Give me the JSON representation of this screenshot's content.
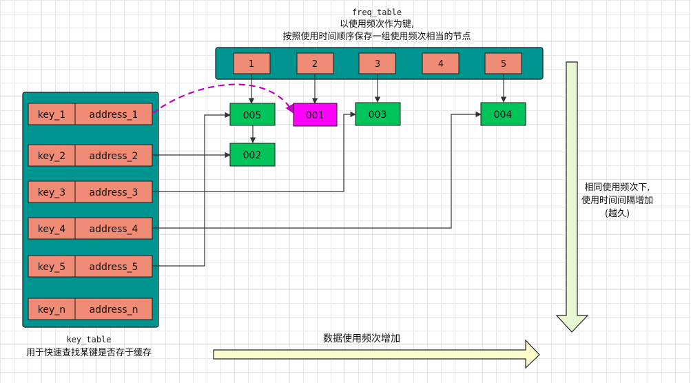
{
  "freq_table": {
    "name": "freq_table",
    "desc_line1": "以使用频次作为键,",
    "desc_line2": "按照使用时间顺序保存一组使用频次相当的节点",
    "slots": [
      "1",
      "2",
      "3",
      "4",
      "5"
    ]
  },
  "key_table": {
    "name": "key_table",
    "desc": "用于快速查找某键是否存于缓存",
    "rows": [
      {
        "key": "key_1",
        "address": "address_1"
      },
      {
        "key": "key_2",
        "address": "address_2"
      },
      {
        "key": "key_3",
        "address": "address_3"
      },
      {
        "key": "key_4",
        "address": "address_4"
      },
      {
        "key": "key_5",
        "address": "address_5"
      },
      {
        "key": "key_n",
        "address": "address_n"
      }
    ]
  },
  "nodes": [
    {
      "id": "005",
      "highlight": false
    },
    {
      "id": "002",
      "highlight": false
    },
    {
      "id": "001",
      "highlight": true
    },
    {
      "id": "003",
      "highlight": false
    },
    {
      "id": "004",
      "highlight": false
    }
  ],
  "right_arrow": {
    "line1": "相同使用频次下,",
    "line2": "使用时间间隔增加",
    "line3": "(越久)"
  },
  "bottom_arrow": {
    "label": "数据使用频次增加"
  },
  "colors": {
    "teal": "#009490",
    "salmon": "#f08c76",
    "green": "#00c45a",
    "magenta": "#ff00ff",
    "arrow_fill_green": "#e8f6d2",
    "arrow_fill_yellow": "#fbfccc",
    "dash": "#c000c0"
  }
}
